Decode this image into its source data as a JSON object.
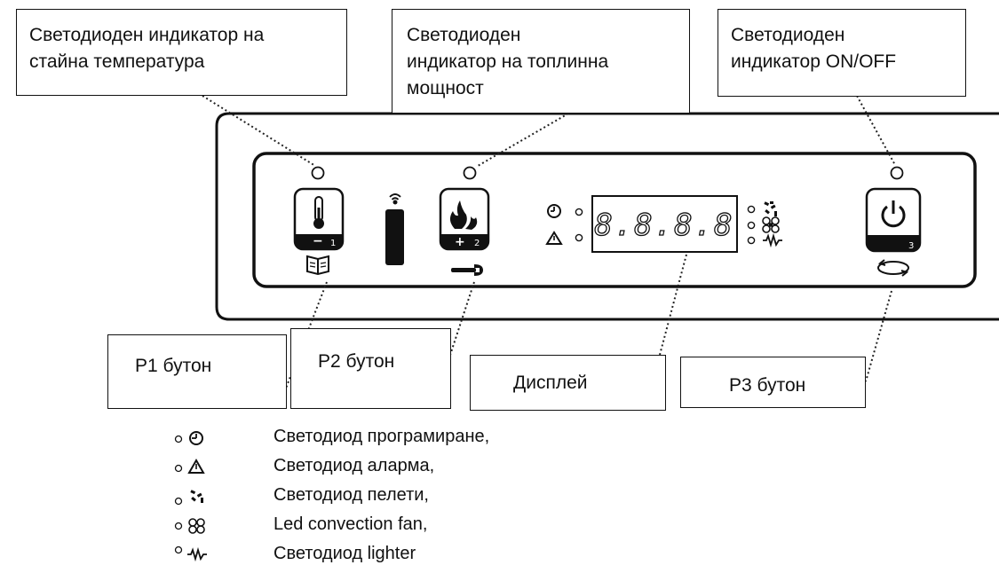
{
  "callouts": {
    "temp_led": [
      "Светодиоден индикатор на",
      "стайна температура"
    ],
    "power_led": [
      "Светодиоден",
      "индикатор на топлинна",
      "мощност"
    ],
    "onoff_led": [
      "Светодиоден",
      "индикатор ON/OFF"
    ],
    "p1": "P1 бутон",
    "p2": "P2 бутон",
    "display": "Дисплей",
    "p3": "P3 бутон"
  },
  "buttons": {
    "p1": {
      "symbol": "−",
      "number": "1"
    },
    "p2": {
      "symbol": "+",
      "number": "2"
    },
    "p3": {
      "number": "3"
    }
  },
  "display": {
    "digits": "8.8.8.8"
  },
  "legend": [
    {
      "icon": "clock-icon",
      "label": "Светодиод програмиране,"
    },
    {
      "icon": "warning-triangle-icon",
      "label": "Светодиод аларма,"
    },
    {
      "icon": "pellets-icon",
      "label": "Светодиод пелети,"
    },
    {
      "icon": "fan-icon",
      "label": "Led convection fan,"
    },
    {
      "icon": "lighter-resistance-icon",
      "label": "Светодиод  lighter"
    }
  ]
}
